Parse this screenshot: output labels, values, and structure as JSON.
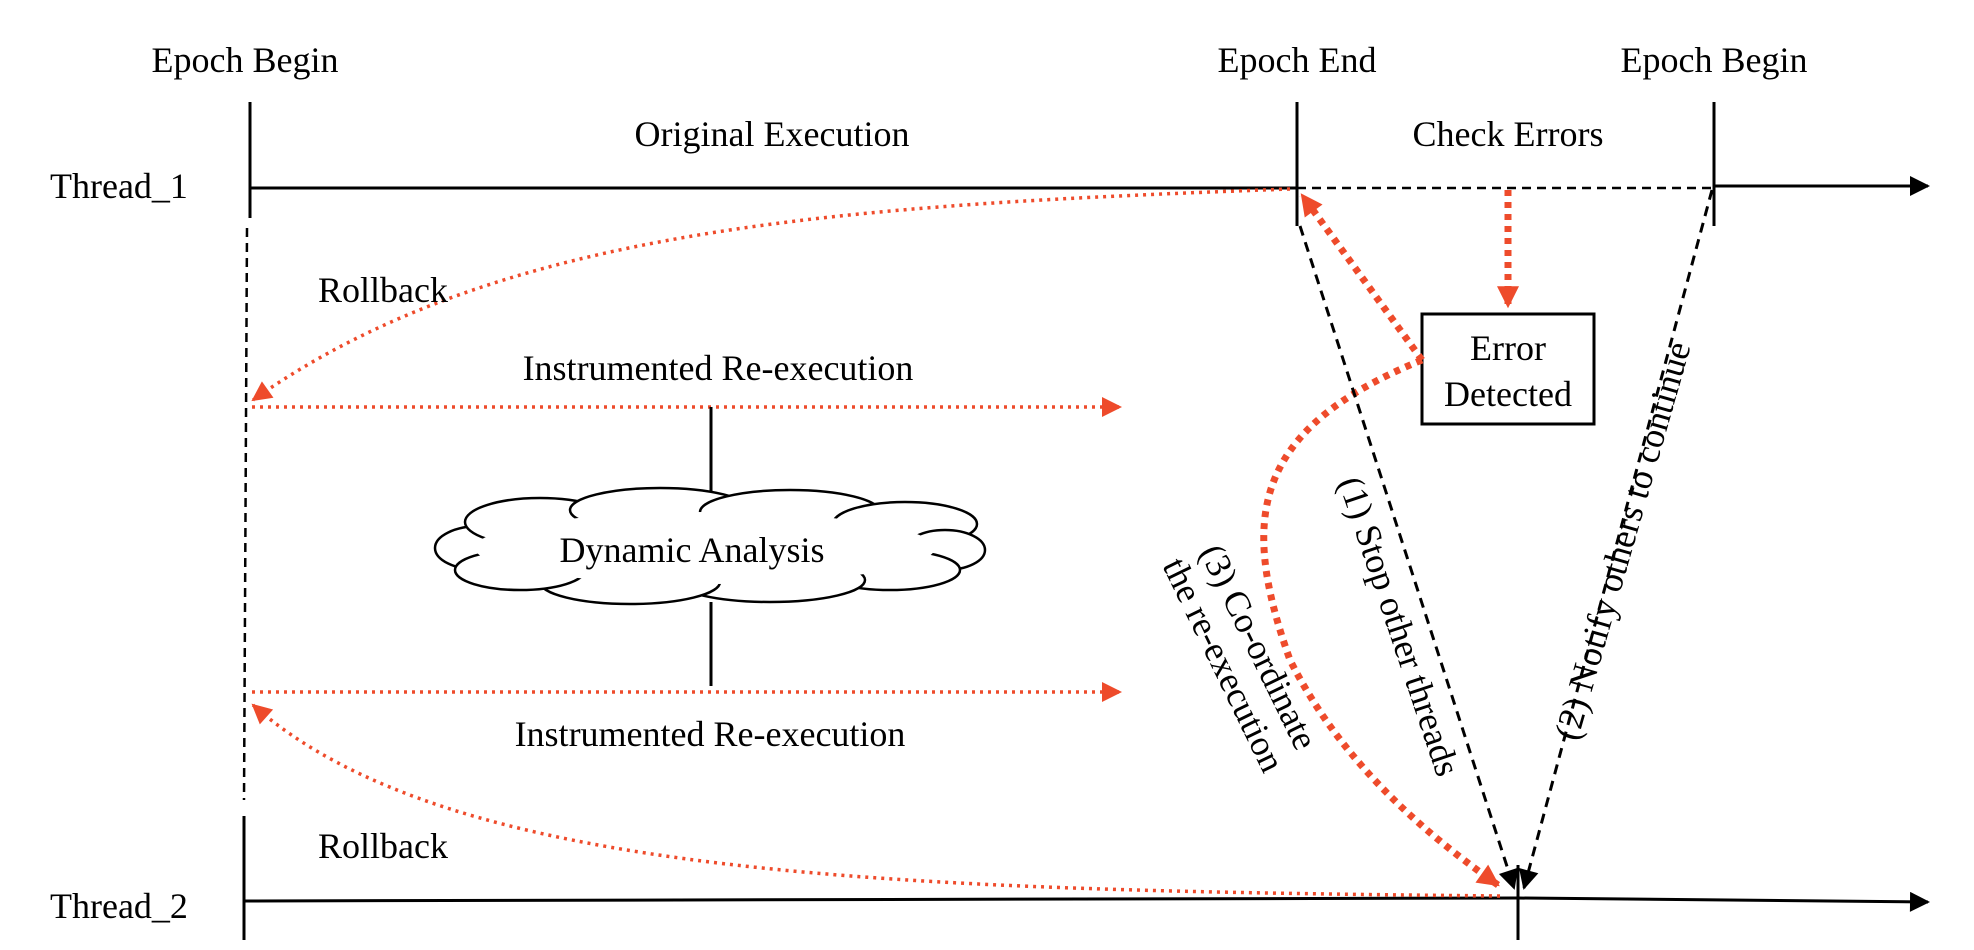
{
  "labels": {
    "epoch_begin_left": "Epoch Begin",
    "epoch_end": "Epoch End",
    "epoch_begin_right": "Epoch Begin",
    "original_execution": "Original Execution",
    "check_errors": "Check Errors",
    "thread_1": "Thread_1",
    "thread_2": "Thread_2",
    "rollback_top": "Rollback",
    "rollback_bottom": "Rollback",
    "instrumented_top": "Instrumented Re-execution",
    "instrumented_bottom": "Instrumented Re-execution",
    "dynamic_analysis": "Dynamic Analysis",
    "error_detected_line1": "Error",
    "error_detected_line2": "Detected",
    "stop_other_threads": "(1) Stop other threads",
    "notify_others": "(2) Notify others to continue",
    "coordinate_line1": "(3) Co-ordinate",
    "coordinate_line2": "the re-execution"
  },
  "colors": {
    "line": "#000000",
    "accent": "#EE4B2B"
  }
}
